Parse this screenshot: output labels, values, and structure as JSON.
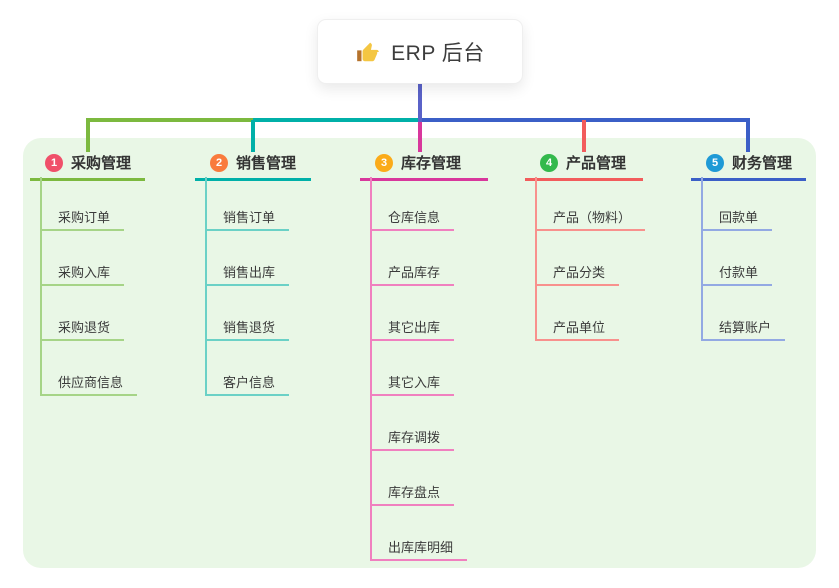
{
  "root": {
    "title": "ERP 后台",
    "icon": "thumbs-up-icon"
  },
  "branches": [
    {
      "badge": "1",
      "label": "采购管理",
      "badge_color": "#f0506a",
      "line_color": "#7cb93f",
      "child_color": "#a6d487",
      "children": [
        "采购订单",
        "采购入库",
        "采购退货",
        "供应商信息"
      ]
    },
    {
      "badge": "2",
      "label": "销售管理",
      "badge_color": "#f97b3d",
      "line_color": "#00b0a8",
      "child_color": "#6bd1c6",
      "children": [
        "销售订单",
        "销售出库",
        "销售退货",
        "客户信息"
      ]
    },
    {
      "badge": "3",
      "label": "库存管理",
      "badge_color": "#fbab19",
      "line_color": "#d8379c",
      "child_color": "#f080bf",
      "children": [
        "仓库信息",
        "产品库存",
        "其它出库",
        "其它入库",
        "库存调拨",
        "库存盘点",
        "出库库明细"
      ]
    },
    {
      "badge": "4",
      "label": "产品管理",
      "badge_color": "#33b94c",
      "line_color": "#f25c5c",
      "child_color": "#f8918d",
      "children": [
        "产品（物料）",
        "产品分类",
        "产品单位"
      ]
    },
    {
      "badge": "5",
      "label": "财务管理",
      "badge_color": "#1f9ad6",
      "line_color": "#3b5fc7",
      "child_color": "#93a9e3",
      "children": [
        "回款单",
        "付款单",
        "结算账户"
      ]
    }
  ],
  "colors": {
    "root_line": "#5a62c8",
    "panel_bg": "#e9f7e6",
    "card_bg": "#ffffff",
    "thumb_hand": "#f4c642",
    "thumb_cuff": "#b5722c"
  }
}
